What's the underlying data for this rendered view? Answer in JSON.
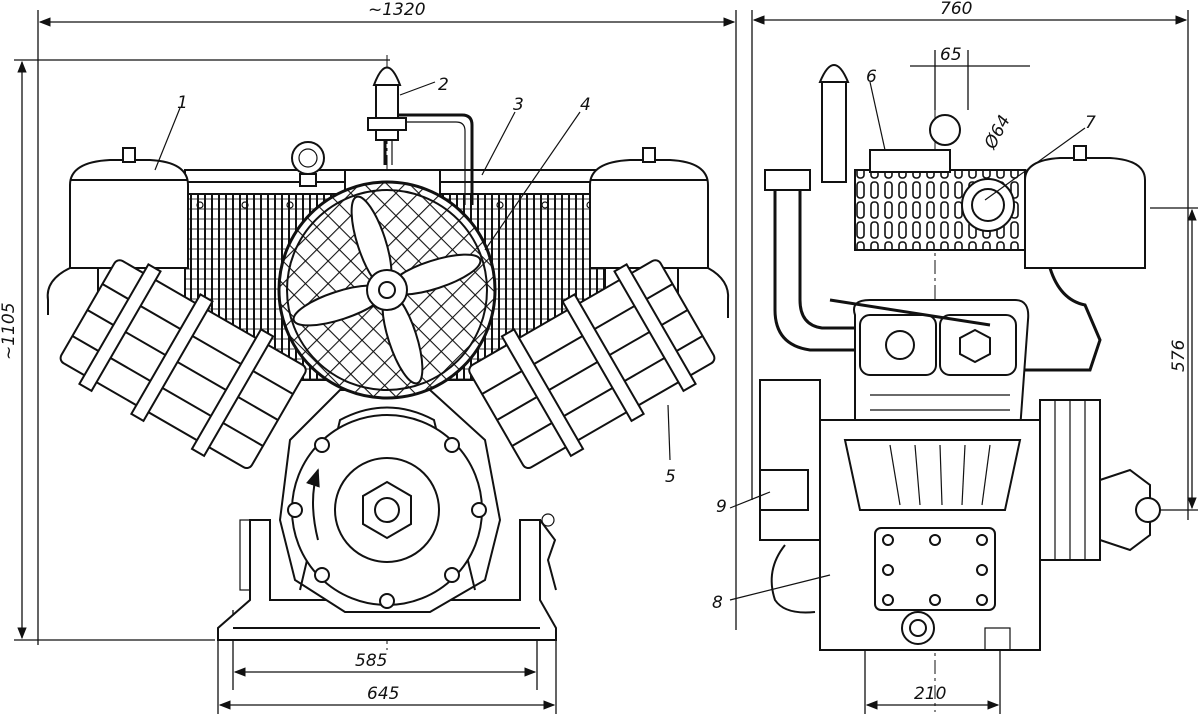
{
  "dimensions": {
    "overall_width": "~1320",
    "overall_height": "~1105",
    "base_585": "585",
    "base_645": "645",
    "side_width": "760",
    "dim_65": "65",
    "dim_64": "Ø64",
    "dim_576": "576",
    "dim_210": "210"
  },
  "callouts": {
    "c1": "1",
    "c2": "2",
    "c3": "3",
    "c4": "4",
    "c5": "5",
    "c6": "6",
    "c7": "7",
    "c8": "8",
    "c9": "9"
  }
}
